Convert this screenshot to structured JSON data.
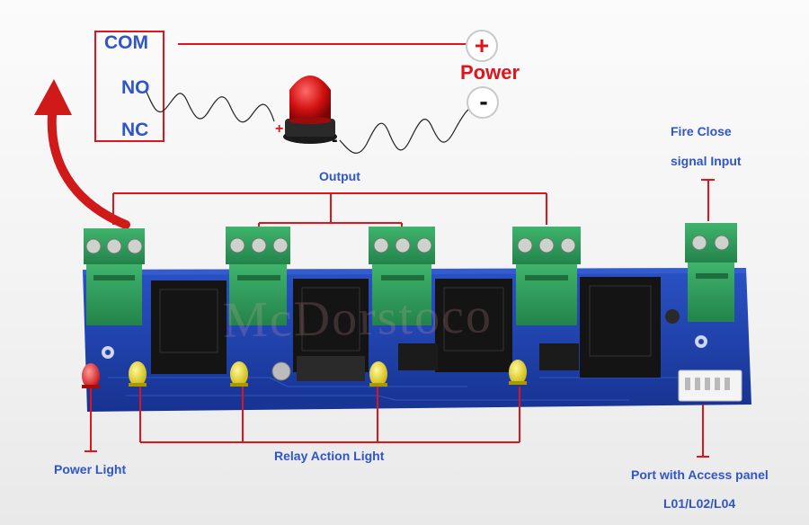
{
  "relay_contacts": {
    "com": "COM",
    "no": "NO",
    "nc": "NC"
  },
  "power": {
    "plus_symbol": "+",
    "minus_symbol": "-",
    "label": "Power"
  },
  "beacon": {
    "plus": "+",
    "minus": "-"
  },
  "output_label": "Output",
  "fire_close": {
    "line1": "Fire Close",
    "line2": "signal Input"
  },
  "power_light_label": "Power Light",
  "relay_action_label": "Relay Action Light",
  "port_label": {
    "line1": "Port with Access panel",
    "line2": "L01/L02/L04"
  },
  "watermark": "McDorstoco",
  "colors": {
    "label_blue": "#2f55c8",
    "wire_red": "#e0141b",
    "pcb_blue": "#1f3fa8",
    "terminal_green": "#2f9d5c",
    "arrow_red": "#d01a1a"
  }
}
